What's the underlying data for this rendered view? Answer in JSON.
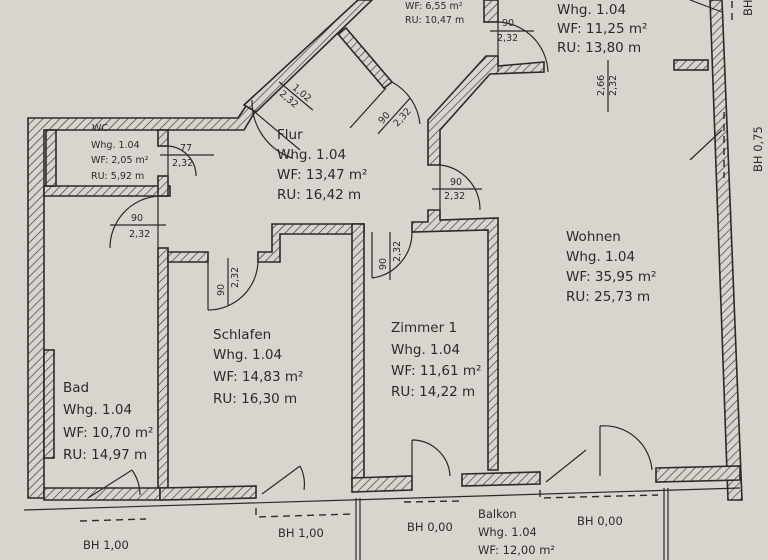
{
  "rooms": {
    "top_small": {
      "wf": "WF:  6,55 m²",
      "ru": "RU: 10,47 m"
    },
    "top_right": {
      "whg": "Whg. 1.04",
      "wf": "WF: 11,25 m²",
      "ru": "RU: 13,80 m"
    },
    "wc": {
      "name": "WC",
      "whg": "Whg. 1.04",
      "wf": "WF: 2,05 m²",
      "ru": "RU: 5,92 m"
    },
    "flur": {
      "name": "Flur",
      "whg": "Whg. 1.04",
      "wf": "WF: 13,47 m²",
      "ru": "RU: 16,42 m"
    },
    "wohnen": {
      "name": "Wohnen",
      "whg": "Whg. 1.04",
      "wf": "WF: 35,95 m²",
      "ru": "RU: 25,73 m"
    },
    "schlafen": {
      "name": "Schlafen",
      "whg": "Whg. 1.04",
      "wf": "WF: 14,83 m²",
      "ru": "RU: 16,30 m"
    },
    "zimmer1": {
      "name": "Zimmer 1",
      "whg": "Whg. 1.04",
      "wf": "WF: 11,61 m²",
      "ru": "RU: 14,22 m"
    },
    "bad": {
      "name": "Bad",
      "whg": "Whg. 1.04",
      "wf": "WF: 10,70 m²",
      "ru": "RU: 14,97 m"
    },
    "balkon": {
      "name": "Balkon",
      "whg": "Whg. 1.04",
      "wf": "WF: 12,00 m²"
    }
  },
  "doors": [
    {
      "width": "90",
      "height": "2,32"
    },
    {
      "width": "1,02",
      "height": "2,32"
    },
    {
      "width": "90",
      "height": "2,32"
    },
    {
      "width": "77",
      "height": "2,32"
    },
    {
      "width": "90",
      "height": "2,32"
    },
    {
      "width": "90",
      "height": "2,32"
    },
    {
      "width": "90",
      "height": "2,32"
    },
    {
      "width": "90",
      "height": "2,32"
    }
  ],
  "opening": {
    "width": "2,66",
    "height": "2,32"
  },
  "windows": {
    "right_top": "BH",
    "right": "BH 0,75",
    "bad": "BH 1,00",
    "schlafen": "BH 1,00",
    "zimmer1": "BH 0,00",
    "wohnen": "BH 0,00"
  }
}
